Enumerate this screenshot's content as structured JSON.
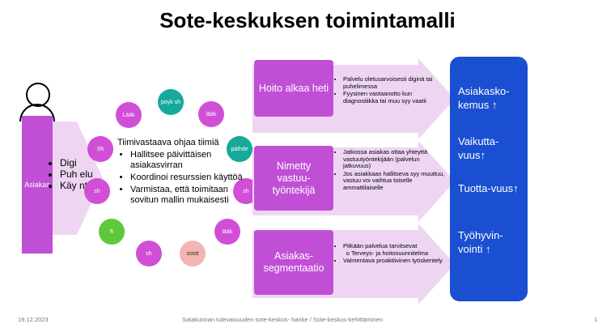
{
  "title": "Sote-keskuksen toimintamalli",
  "client": {
    "label": "Asiakas",
    "channels": [
      "Digi",
      "Puh elu",
      "Käy nti"
    ]
  },
  "team": {
    "members": [
      "poyk sh",
      "lääk",
      "päihde",
      "sh",
      "lääk",
      "sostt",
      "sh",
      "ft",
      "sh",
      "Sh",
      "Lääk"
    ],
    "heading": "Tiimivastaava ohjaa tiimiä",
    "bullets": [
      "Hallitsee päivittäisen asiakasvirran",
      "Koordinoi resurssien käyttöä",
      "Varmistaa, että toimitaan sovitun mallin mukaisesti"
    ]
  },
  "steps": [
    {
      "label": "Hoito alkaa heti",
      "points": [
        "Palvelu oletusarvoisesti diginä tai puhelimessa",
        "Fyysinen vastaanotto kun diagnostiikka tai muu syy vaatii"
      ]
    },
    {
      "label": "Nimetty vastuu-työntekijä",
      "points": [
        "Jatkossa asiakas ottaa yhteyttä vastuutyöntekijään (palvelun jatkuvuus)",
        "Jos asiakkaan hallitseva syy muuttuu, vastuu voi vaihtua toiselle ammattilaiselle"
      ]
    },
    {
      "label": "Asiakas-segmentaatio",
      "points": [
        "Pitkään palvelua tarvitsevat"
      ],
      "subpoints": [
        "Terveys- ja hoitosuunnitelma"
      ],
      "points2": [
        "Valmentava proaktiivinen työskentely"
      ]
    }
  ],
  "results": [
    "Asiakasko-kemus ↑",
    "Vaikutta-vuus↑",
    "Tuotta-vuus↑",
    "Työhyvin-vointi ↑"
  ],
  "footer": {
    "date": "19.12.2023",
    "project": "Satakunnan tulevaisuuden  sote-keskus- hanke / Sote-keskus-kehittäminen",
    "page": "1"
  },
  "colors": {
    "purple": "#c04fd6",
    "teal": "#17a99a",
    "green": "#5cc83a",
    "salmon": "#f3b5b1",
    "blue": "#1b4fd1",
    "arrow": "#eed6f3"
  }
}
